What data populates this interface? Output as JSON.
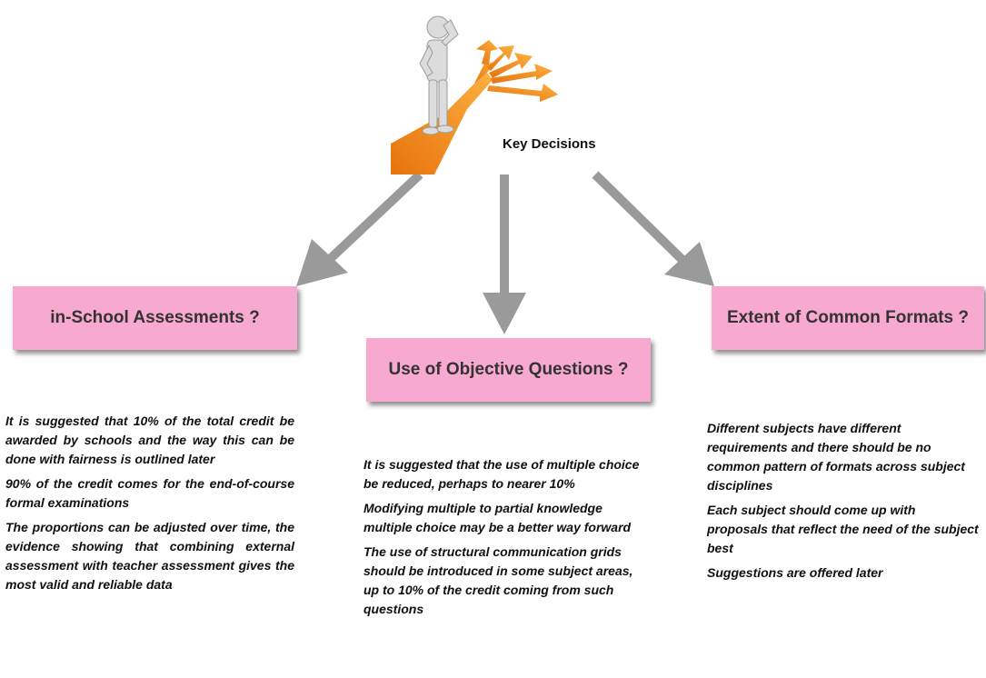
{
  "center_label": "Key Decisions",
  "branches": [
    {
      "title": "in-School Assessments ?",
      "points": [
        "It is suggested that 10% of the total credit be awarded by schools and the way this can be done with fairness is outlined later",
        "90% of the credit comes for the end-of-course formal examinations",
        "The proportions can be adjusted over time, the evidence showing that combining external assessment with teacher assessment gives the most valid and reliable data"
      ]
    },
    {
      "title": "Use of Objective Questions ?",
      "points": [
        "It is suggested that the use of multiple choice be reduced, perhaps to nearer 10%",
        "Modifying multiple to partial knowledge multiple choice may be a better way forward",
        "The use of structural communication grids should be introduced in some subject areas, up to 10% of the credit coming from such questions"
      ]
    },
    {
      "title": "Extent of Common Formats ?",
      "points": [
        "Different subjects have different requirements and there should be no common pattern of formats across subject disciplines",
        "Each subject should come up with proposals that reflect the need of the subject best",
        "Suggestions are offered later"
      ]
    }
  ],
  "colors": {
    "box_fill": "#f8a9d0",
    "arrow": "#9a9a9a",
    "path": "#f0961e"
  }
}
